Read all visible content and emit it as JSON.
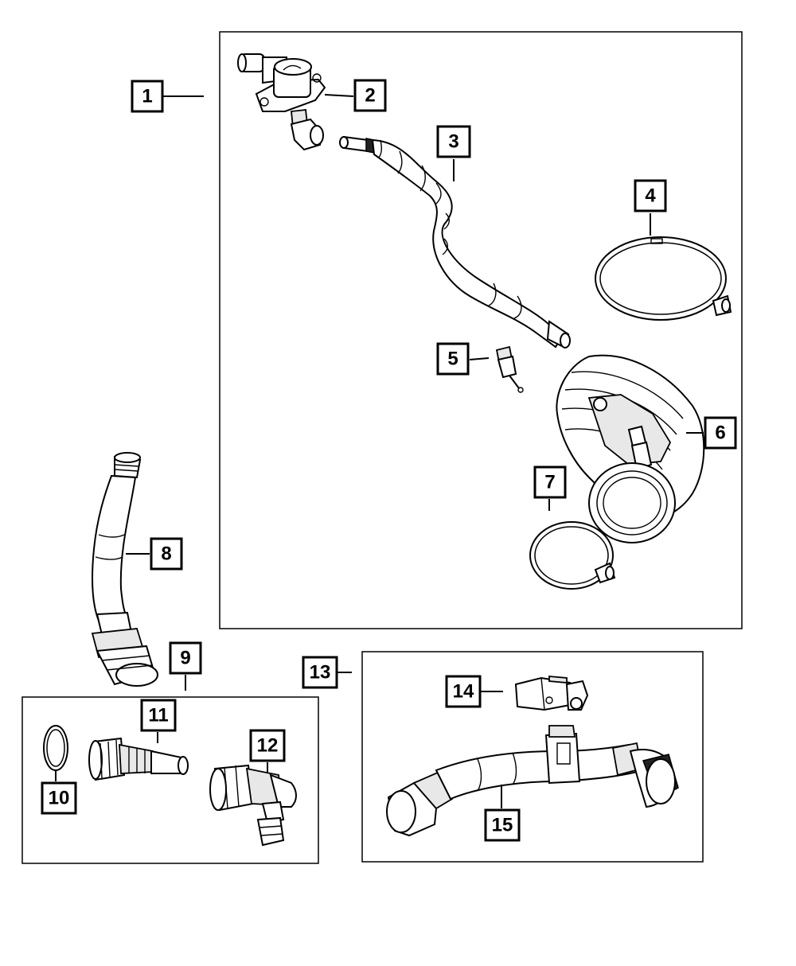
{
  "callouts": {
    "c1": "1",
    "c2": "2",
    "c3": "3",
    "c4": "4",
    "c5": "5",
    "c6": "6",
    "c7": "7",
    "c8": "8",
    "c9": "9",
    "c10": "10",
    "c11": "11",
    "c12": "12",
    "c13": "13",
    "c14": "14",
    "c15": "15"
  },
  "colors": {
    "line": "#000000",
    "background": "#ffffff",
    "shade": "#222222"
  }
}
